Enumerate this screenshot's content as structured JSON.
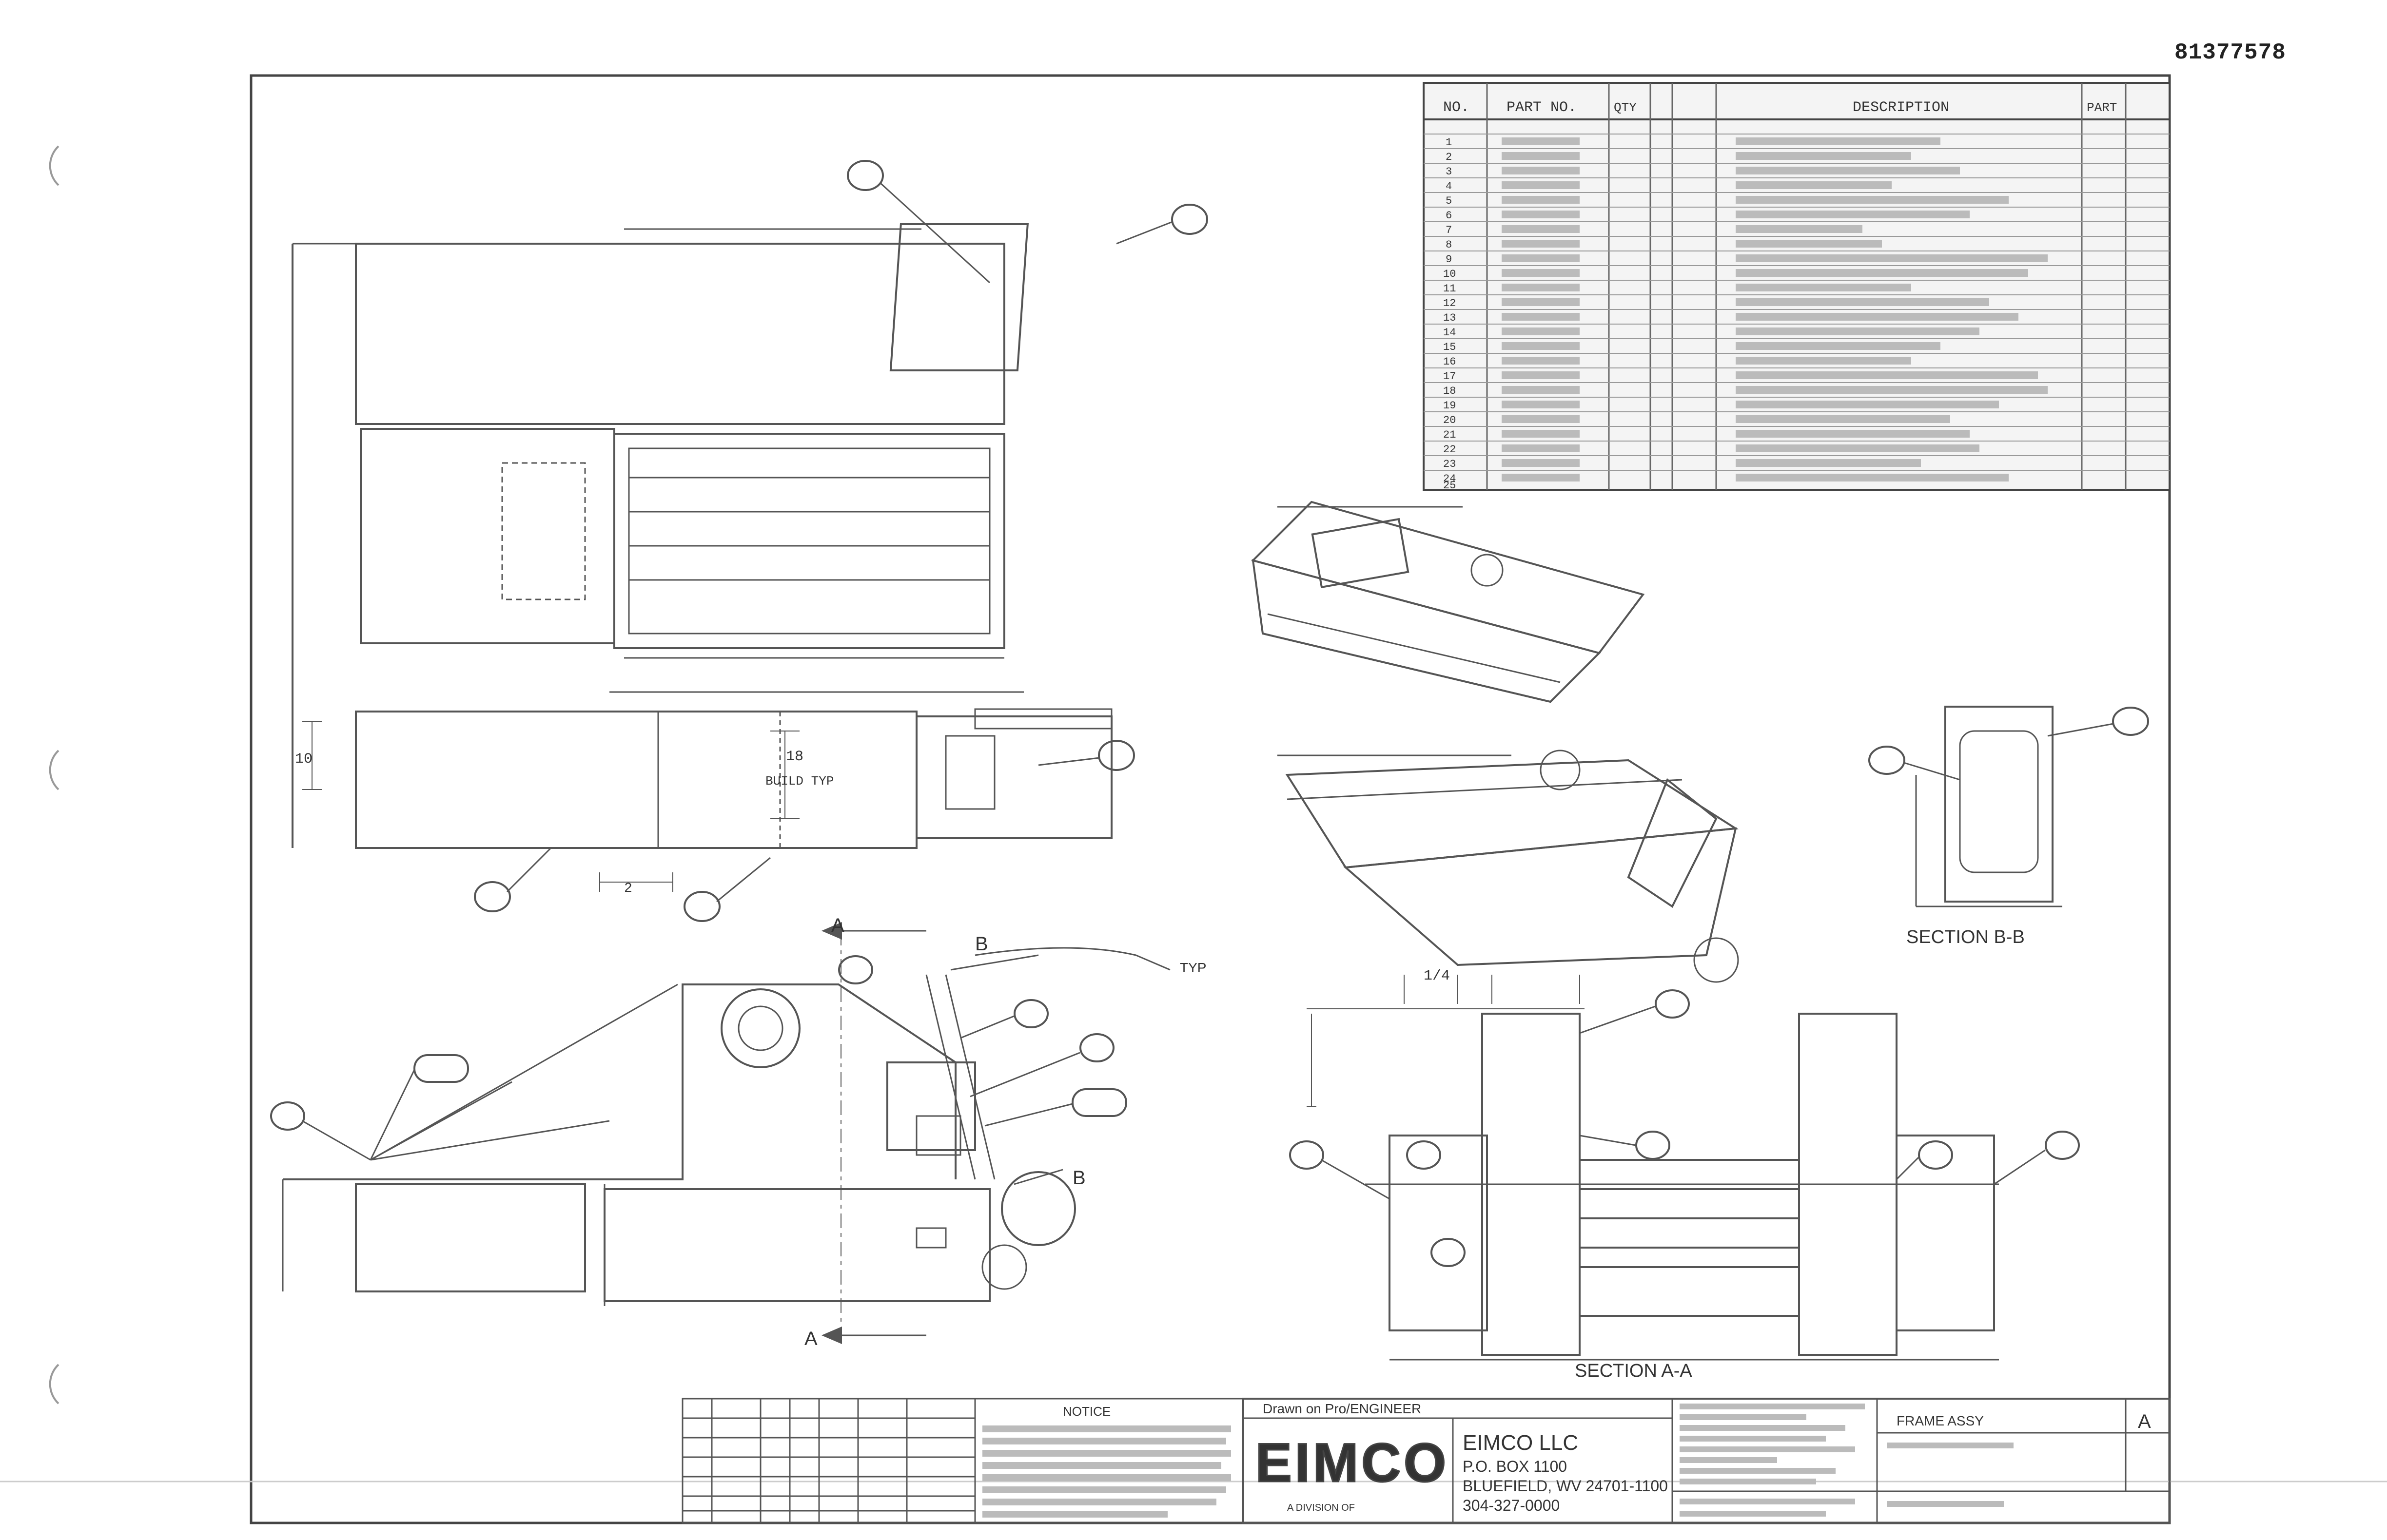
{
  "drawing_number": "81377578",
  "parts_table": {
    "headers": [
      "NO.",
      "PART NO.",
      "QTY",
      "DESCRIPTION",
      "PART"
    ],
    "rows": [
      "1",
      "2",
      "3",
      "4",
      "5",
      "6",
      "7",
      "8",
      "9",
      "10",
      "11",
      "12",
      "13",
      "14",
      "15",
      "16",
      "17",
      "18",
      "19",
      "20",
      "21",
      "22",
      "23",
      "24",
      "25"
    ]
  },
  "views": {
    "section_bb": "SECTION B-B",
    "section_aa": "SECTION A-A",
    "cut_a_top": "A",
    "cut_a_bottom": "A",
    "cut_b_top": "B",
    "cut_b_bottom": "B",
    "typ": "TYP",
    "dim_10": "10",
    "dim_18": "18",
    "build_typ": "BUILD TYP",
    "dim_2": "2",
    "dim_h": "1/4"
  },
  "notes": {
    "title": "NOTICE"
  },
  "title_block": {
    "drawn_by": "Drawn on Pro/ENGINEER",
    "logo": "EIMCO",
    "logo_sub": "A DIVISION OF",
    "company": "EIMCO LLC",
    "address_line1": "P.O. BOX 1100",
    "address_line2": "BLUEFIELD, WV 24701-1100",
    "phone": "304-327-0000",
    "rev": "A",
    "title": "FRAME ASSY"
  }
}
